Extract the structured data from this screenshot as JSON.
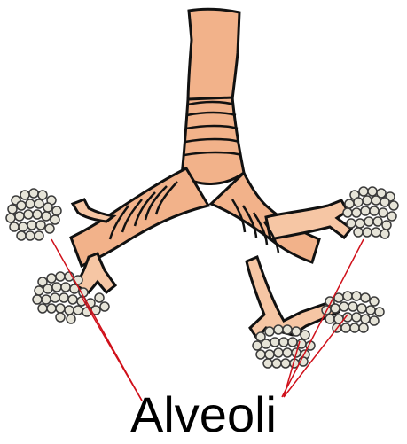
{
  "label": {
    "text": "Alveoli"
  },
  "colors": {
    "tissue": "#f2b28a",
    "tissue_light": "#f6c6a4",
    "outline": "#111111",
    "alveolus_fill": "#e6e4d8",
    "alveolus_stroke": "#3a3a3a",
    "leader_line": "#d0101a",
    "background": "#ffffff"
  },
  "clusters": [
    {
      "name": "upper-left"
    },
    {
      "name": "lower-left"
    },
    {
      "name": "upper-right"
    },
    {
      "name": "middle-right"
    },
    {
      "name": "lower-right"
    }
  ]
}
